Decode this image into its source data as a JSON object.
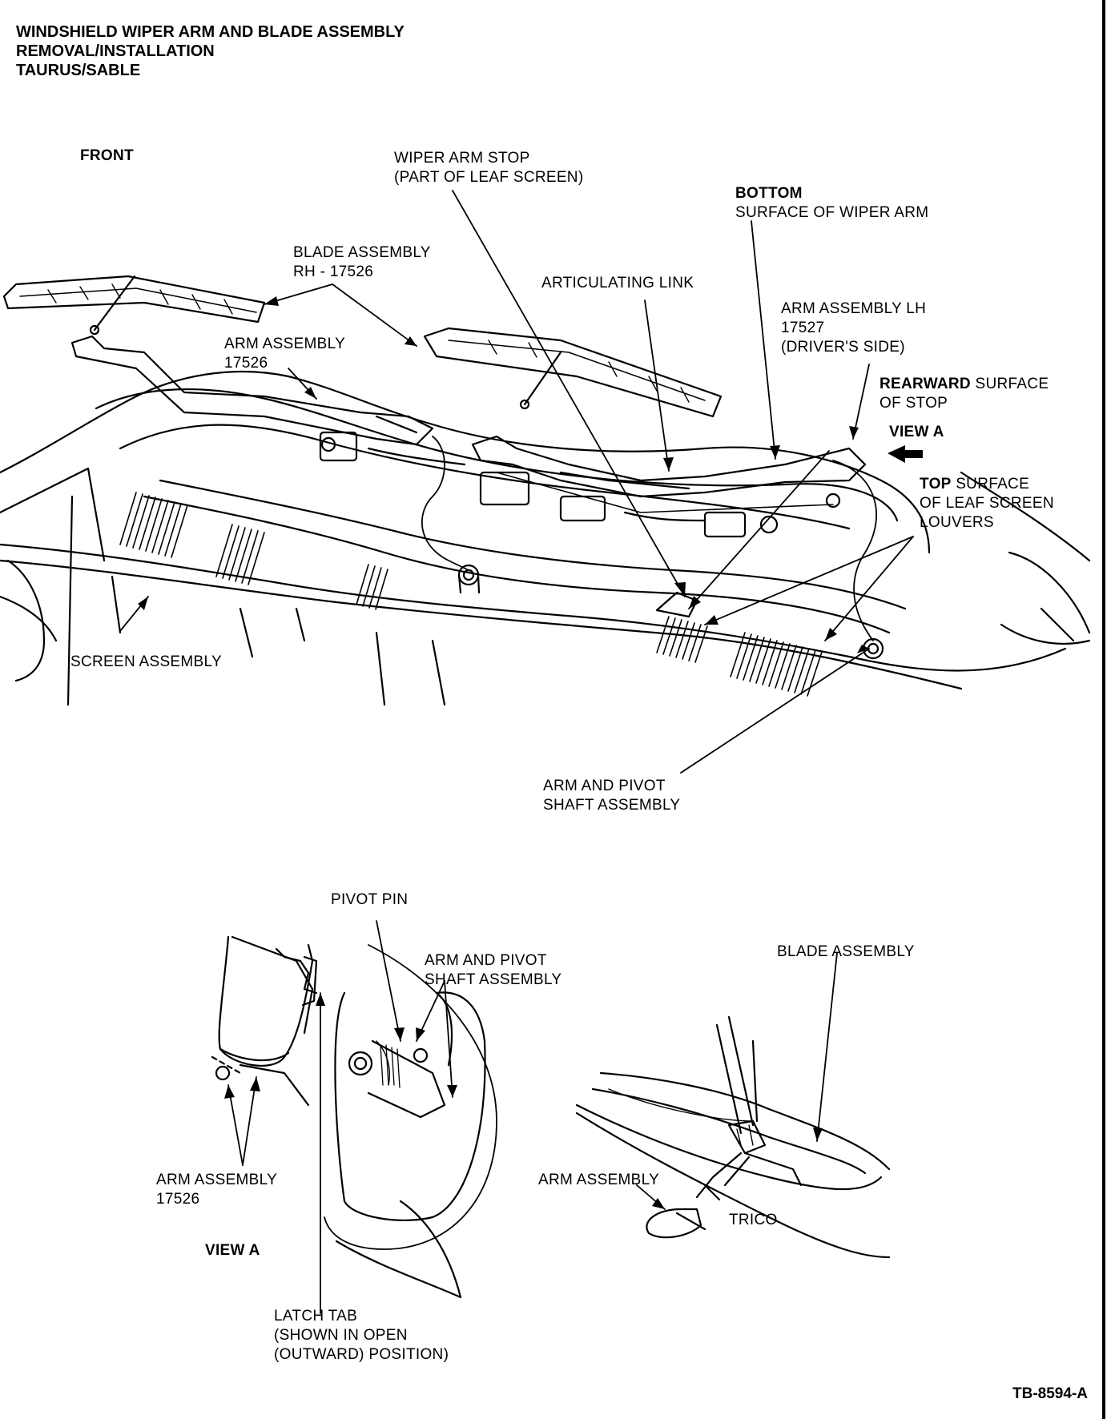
{
  "title": {
    "line1": "WINDSHIELD WIPER ARM AND BLADE ASSEMBLY",
    "line2": "REMOVAL/INSTALLATION",
    "line3": "TAURUS/SABLE"
  },
  "upper_view": {
    "front": "FRONT",
    "wiper_arm_stop": {
      "line1": "WIPER ARM STOP",
      "line2": "(PART OF LEAF SCREEN)"
    },
    "bottom_surface": {
      "line1_bold": "BOTTOM",
      "line2": "SURFACE OF WIPER ARM"
    },
    "blade_assembly_rh": {
      "line1": "BLADE ASSEMBLY",
      "line2": "RH - 17526"
    },
    "articulating_link": "ARTICULATING LINK",
    "arm_assembly_lh": {
      "line1": "ARM ASSEMBLY LH",
      "line2": "17527",
      "line3": "(DRIVER'S SIDE)"
    },
    "arm_assembly_17526": {
      "line1": "ARM ASSEMBLY",
      "line2": "17526"
    },
    "rearward_surface": {
      "line1_bold": "REARWARD",
      "line1_rest": " SURFACE",
      "line2": "OF STOP"
    },
    "view_a": "VIEW A",
    "top_surface": {
      "line1_bold": "TOP",
      "line1_rest": " SURFACE",
      "line2": "OF LEAF SCREEN",
      "line3": "LOUVERS"
    },
    "screen_assembly": "SCREEN ASSEMBLY",
    "arm_pivot_shaft": {
      "line1": "ARM AND PIVOT",
      "line2": "SHAFT ASSEMBLY"
    }
  },
  "lower_left_view": {
    "pivot_pin": "PIVOT PIN",
    "arm_pivot_shaft": {
      "line1": "ARM AND PIVOT",
      "line2": "SHAFT ASSEMBLY"
    },
    "arm_assembly": {
      "line1": "ARM ASSEMBLY",
      "line2": "17526"
    },
    "view_a": "VIEW A",
    "latch_tab": {
      "line1": "LATCH TAB",
      "line2": "(SHOWN IN OPEN",
      "line3": "(OUTWARD) POSITION)"
    }
  },
  "lower_right_view": {
    "blade_assembly": "BLADE ASSEMBLY",
    "arm_assembly": "ARM ASSEMBLY",
    "trico": "TRICO"
  },
  "figure_id": "TB-8594-A",
  "colors": {
    "ink": "#000000",
    "paper": "#ffffff"
  }
}
